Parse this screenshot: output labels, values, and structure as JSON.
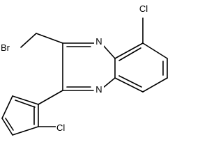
{
  "atoms": {
    "n_top": "N",
    "n_bottom": "N",
    "cl_quinoxaline": "Cl",
    "br": "Br",
    "cl_phenyl": "Cl"
  },
  "colors": {
    "bond": "#000000",
    "label": "#000000",
    "background": "#ffffff"
  }
}
